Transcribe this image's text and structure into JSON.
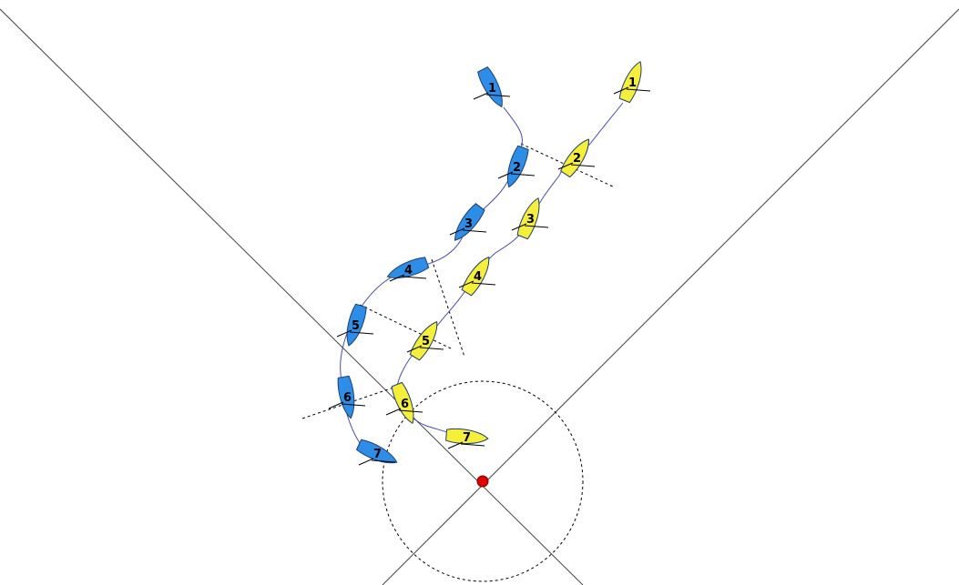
{
  "colors": {
    "background": "#ffffff",
    "blue_boat": "#2e8de6",
    "yellow_boat": "#f5ef3c",
    "mark": "#e00000",
    "track": "#4a4ab8",
    "lines": "#444444"
  },
  "boats": {
    "blue": {
      "positions": [
        {
          "label": "1"
        },
        {
          "label": "2"
        },
        {
          "label": "3"
        },
        {
          "label": "4"
        },
        {
          "label": "5"
        },
        {
          "label": "6"
        },
        {
          "label": "7"
        }
      ]
    },
    "yellow": {
      "positions": [
        {
          "label": "1"
        },
        {
          "label": "2"
        },
        {
          "label": "3"
        },
        {
          "label": "4"
        },
        {
          "label": "5"
        },
        {
          "label": "6"
        },
        {
          "label": "7"
        }
      ]
    }
  }
}
